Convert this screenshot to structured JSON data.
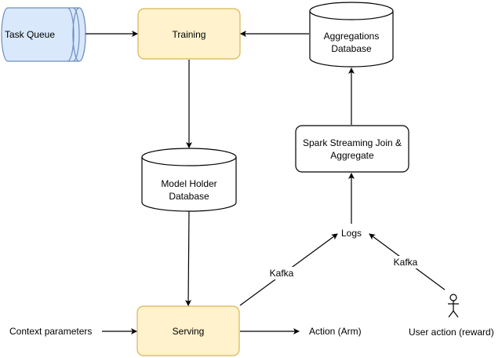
{
  "nodes": {
    "task_queue": "Task Queue",
    "training": "Training",
    "aggregations_db_line1": "Aggregations",
    "aggregations_db_line2": "Database",
    "model_holder_db_line1": "Model Holder",
    "model_holder_db_line2": "Database",
    "spark_line1": "Spark Streaming Join &",
    "spark_line2": "Aggregate",
    "logs": "Logs",
    "serving": "Serving",
    "context_parameters": "Context parameters",
    "action_arm": "Action (Arm)",
    "user_action": "User action (reward)"
  },
  "edge_labels": {
    "kafka_left": "Kafka",
    "kafka_right": "Kafka"
  },
  "colors": {
    "process_fill": "#FFF2CC",
    "process_stroke": "#D6B656",
    "queue_fill": "#DAE8FC",
    "queue_stroke": "#6C8EBF",
    "line": "#000000"
  },
  "icons": {
    "user": "stick-figure-icon"
  }
}
